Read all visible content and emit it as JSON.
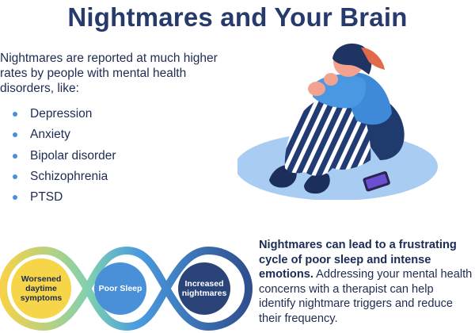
{
  "title": "Nightmares and Your Brain",
  "intro": "Nightmares are reported at much higher rates by people with mental health disorders, like:",
  "conditions": [
    "Depression",
    "Anxiety",
    "Bipolar disorder",
    "Schizophrenia",
    "PTSD"
  ],
  "cycle": {
    "worsened": "Worsened daytime symptoms",
    "poor_sleep": "Poor Sleep",
    "increased": "Increased nightmares"
  },
  "closing": {
    "bold": "Nightmares can lead to a frustrating cycle of poor sleep and intense emotions.",
    "rest": " Addressing your mental health concerns with a therapist can help identify nightmare triggers and reduce their frequency."
  },
  "colors": {
    "title": "#263a6b",
    "yellow": "#f7d548",
    "blue": "#4a90d9",
    "navy": "#2a4378",
    "green": "#5cc9a7"
  }
}
